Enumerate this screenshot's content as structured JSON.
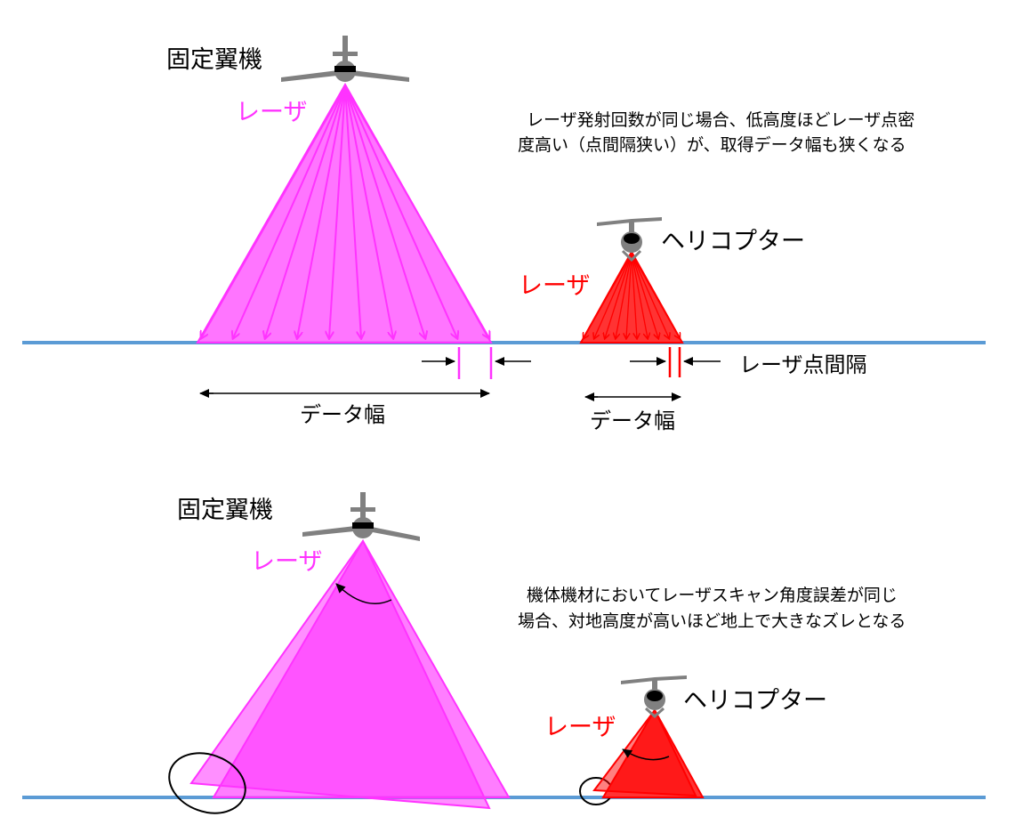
{
  "colors": {
    "fixed_laser": "#ff33ff",
    "fixed_fill": "#ff66ff",
    "heli_laser": "#ff0000",
    "heli_fill": "#ff3333",
    "ground": "#5b9bd5",
    "aircraft": "#808080"
  },
  "top_panel": {
    "fixed_wing_label": "固定翼機",
    "fixed_laser_label": "レーザ",
    "note_line1": "レーザ発射回数が同じ場合、低高度ほどレーザ点密",
    "note_line2": "度高い（点間隔狭い）が、取得データ幅も狭くなる",
    "heli_label": "ヘリコプター",
    "heli_laser_label": "レーザ",
    "point_spacing_label": "レーザ点間隔",
    "fixed_data_width_label": "データ幅",
    "heli_data_width_label": "データ幅"
  },
  "bottom_panel": {
    "fixed_wing_label": "固定翼機",
    "fixed_laser_label": "レーザ",
    "note_line1": "機体機材においてレーザスキャン角度誤差が同じ",
    "note_line2": "場合、対地高度が高いほど地上で大きなズレとなる",
    "heli_label": "ヘリコプター",
    "heli_laser_label": "レーザ"
  }
}
